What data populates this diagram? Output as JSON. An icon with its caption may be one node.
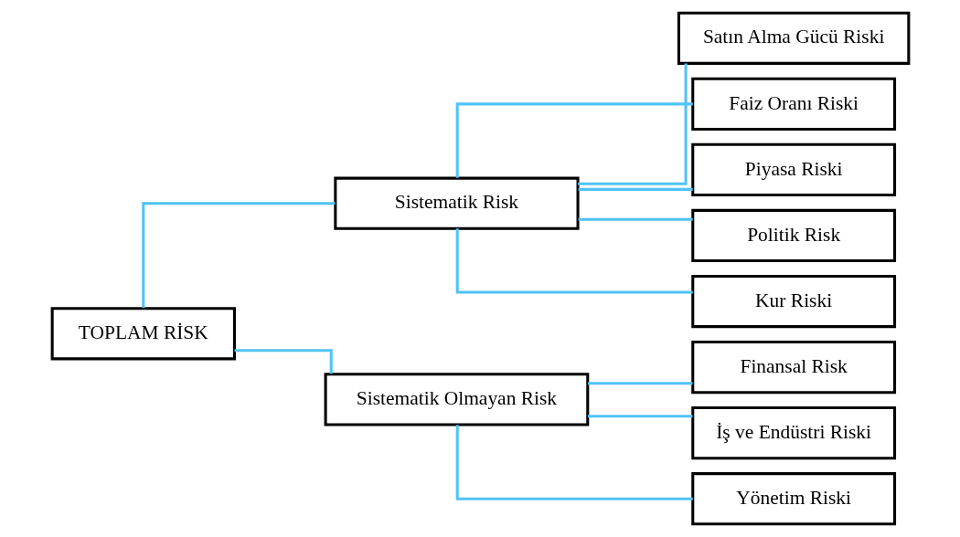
{
  "diagram": {
    "nodes": [
      {
        "text": [
          "TOPLAM RİSK"
        ]
      },
      {
        "text": [
          "Sistematik Risk"
        ]
      },
      {
        "text": [
          "Sistematik Olmayan Risk"
        ]
      },
      {
        "text": [
          "Satın Alma Gücü Riski"
        ]
      },
      {
        "text": [
          "Faiz Oranı Riski"
        ]
      },
      {
        "text": [
          "Piyasa Riski"
        ]
      },
      {
        "text": [
          "Politik Risk"
        ]
      },
      {
        "text": [
          "Kur Riski"
        ]
      },
      {
        "text": [
          "Finansal Risk"
        ]
      },
      {
        "text": [
          "İş ve Endüstri Riski"
        ]
      },
      {
        "text": [
          "Yönetim Riski"
        ]
      }
    ],
    "edges": [
      {
        "from": 0,
        "to": 1,
        "arrow": "none",
        "color": "#4fc3f7"
      },
      {
        "from": 0,
        "to": 2,
        "arrow": "none",
        "color": "#4fc3f7"
      },
      {
        "from": 1,
        "to": 3,
        "arrow": "none",
        "color": "#4fc3f7"
      },
      {
        "from": 1,
        "to": 4,
        "arrow": "none",
        "color": "#4fc3f7"
      },
      {
        "from": 1,
        "to": 5,
        "arrow": "none",
        "color": "#4fc3f7"
      },
      {
        "from": 1,
        "to": 6,
        "arrow": "none",
        "color": "#4fc3f7"
      },
      {
        "from": 1,
        "to": 7,
        "arrow": "none",
        "color": "#4fc3f7"
      },
      {
        "from": 2,
        "to": 8,
        "arrow": "none",
        "color": "#4fc3f7"
      },
      {
        "from": 2,
        "to": 9,
        "arrow": "none",
        "color": "#4fc3f7"
      },
      {
        "from": 2,
        "to": 10,
        "arrow": "none",
        "color": "#4fc3f7"
      }
    ]
  }
}
